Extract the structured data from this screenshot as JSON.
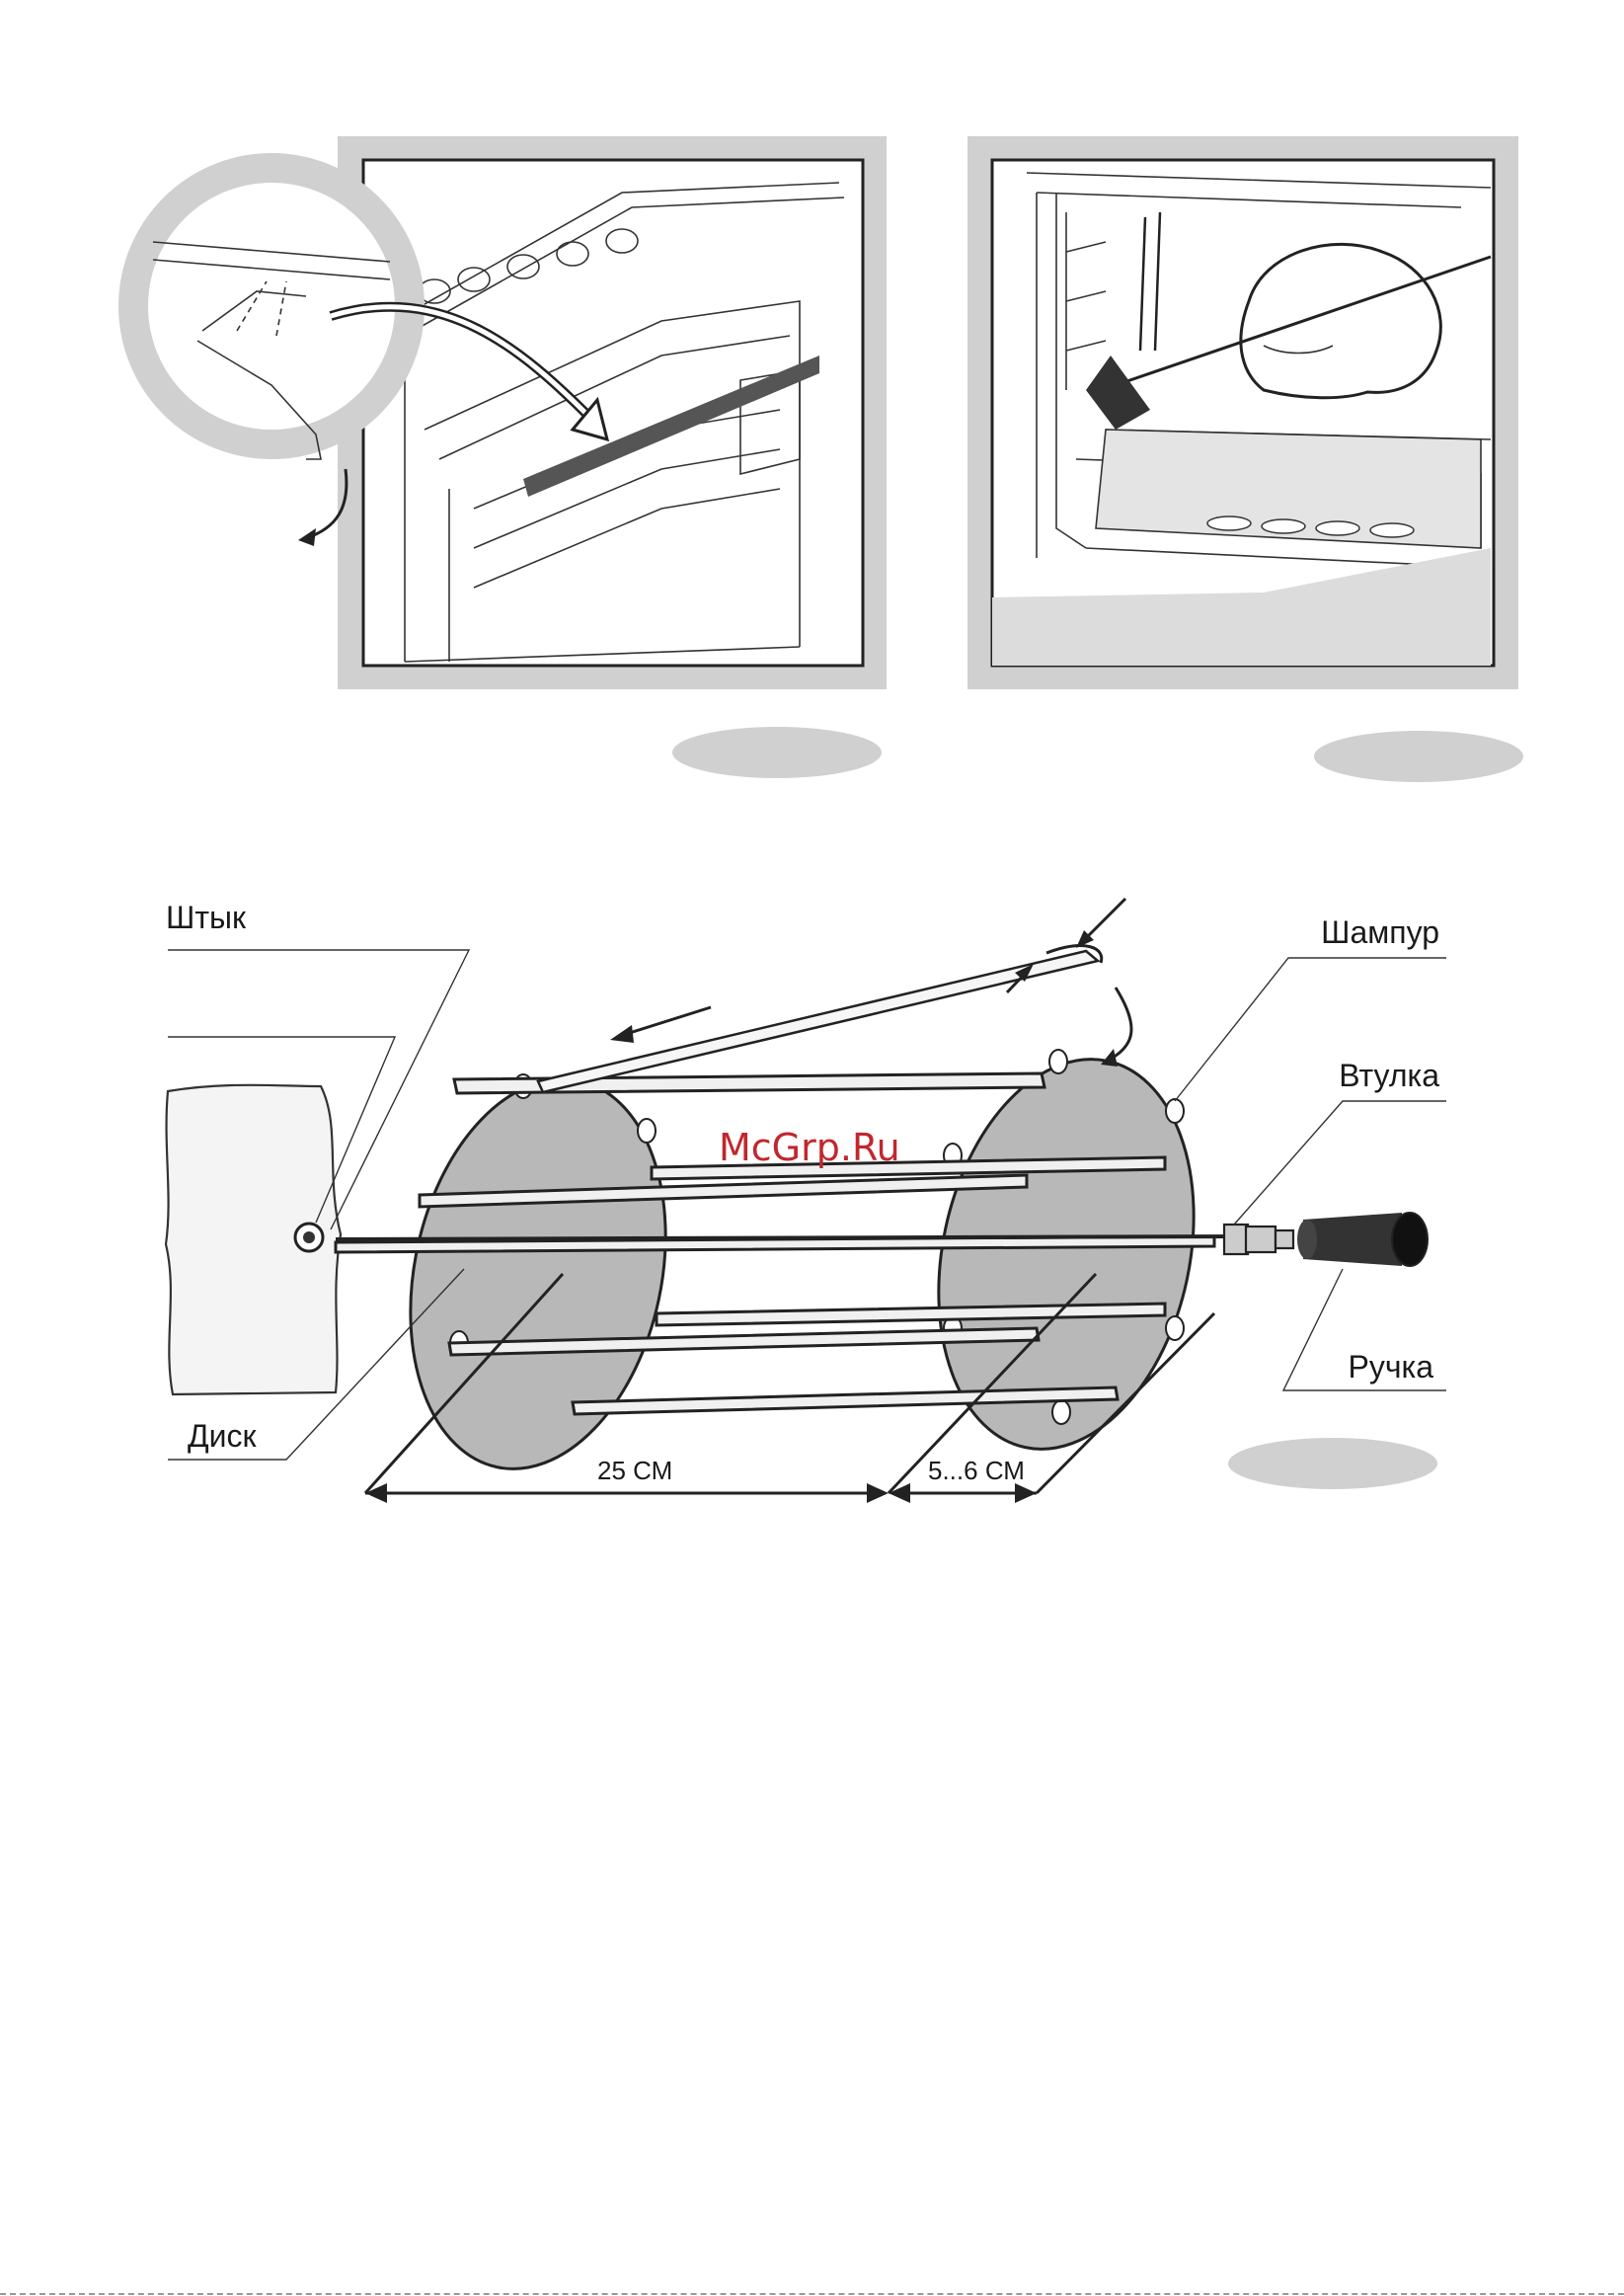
{
  "figure_left": {
    "badge": ""
  },
  "figure_right": {
    "badge": ""
  },
  "figure_bottom": {
    "labels": {
      "shtyk": "Штык",
      "disk": "Диск",
      "shampur": "Шампур",
      "vtulka": "Втулка",
      "ruchka": "Ручка"
    },
    "dimensions": {
      "length_main": "25 СМ",
      "length_end": "5...6 СМ"
    },
    "badge": ""
  },
  "watermark": "McGrp.Ru",
  "colors": {
    "panel_frame": "#d0d0d0",
    "disk_fill": "#b8b8b8",
    "badge_fill": "#d0d0d0",
    "watermark": "#c0282d"
  }
}
